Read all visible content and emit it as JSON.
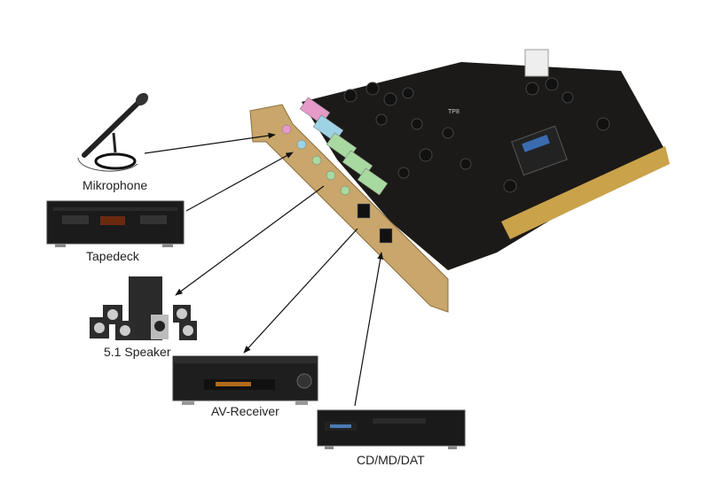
{
  "title": "Sound card connection diagram",
  "devices": [
    {
      "id": "mic",
      "label": "Mikrophone"
    },
    {
      "id": "tape",
      "label": "Tapedeck"
    },
    {
      "id": "speaker",
      "label": "5.1 Speaker"
    },
    {
      "id": "receiver",
      "label": "AV-Receiver"
    },
    {
      "id": "cd",
      "label": "CD/MD/DAT"
    }
  ],
  "card": {
    "board_marking": "TP8"
  },
  "colors": {
    "pcb": "#1c1a18",
    "bracket": "#c9a66b",
    "gold": "#c9a24a",
    "port_pink": "#e59ac8",
    "port_blue": "#9ed3e6",
    "port_green": "#a8d9a0"
  }
}
